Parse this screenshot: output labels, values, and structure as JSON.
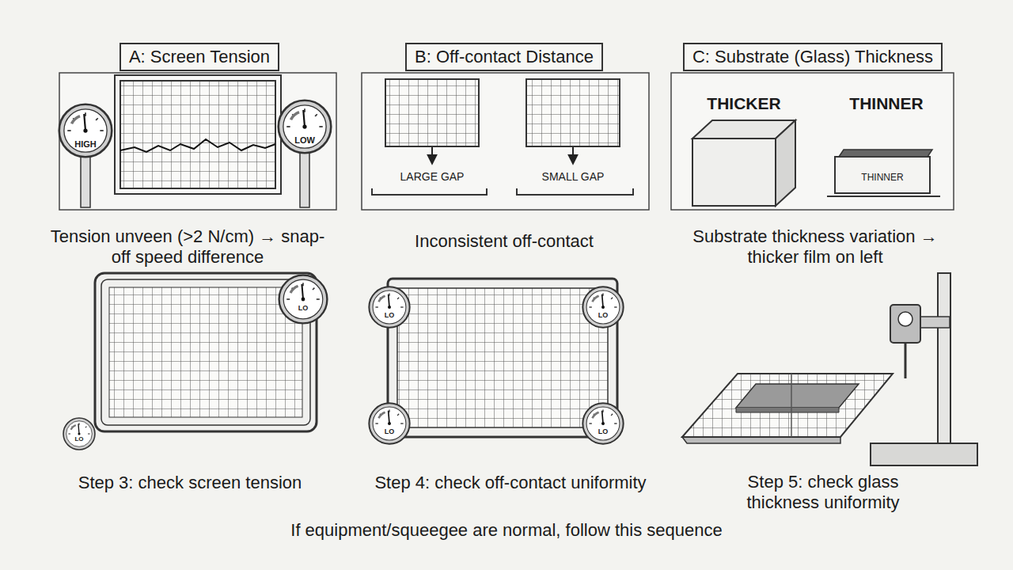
{
  "diagram": {
    "nodes": [
      {
        "text": [
          "A: Screen Tension"
        ]
      },
      {
        "text": [
          "B: Off-contact Distance"
        ]
      },
      {
        "text": [
          "C: Substrate (Glass) Thickness"
        ]
      }
    ],
    "labels": [
      "HIGH",
      "LOW",
      "Tension unveen (>2 N/cm) → snap-off speed difference",
      "LARGE GAP",
      "SMALL GAP",
      "Inconsistent off-contact",
      "THICKER",
      "THINNER",
      "THINNER",
      "Substrate thickness variation → thicker film on left",
      "LO",
      "LO",
      "LO",
      "LO",
      "LO",
      "LO",
      "Step 3: check screen tension",
      "Step 4: check off-contact uniformity",
      "Step 5: check glass thickness uniformity",
      "If equipment/squeegee are normal, follow this sequence"
    ]
  }
}
